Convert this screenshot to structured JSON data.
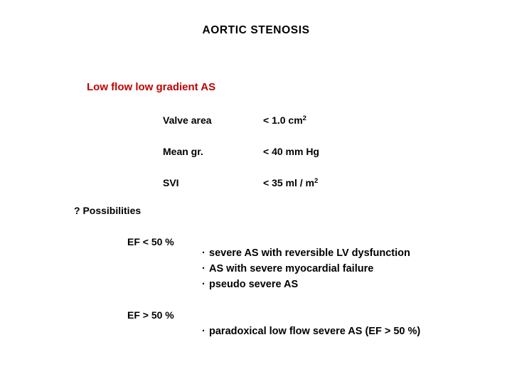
{
  "theme": {
    "background": "#ffffff",
    "text_color": "#000000",
    "accent_color": "#C00000"
  },
  "slide": {
    "title": "AORTIC STENOSIS",
    "section_heading": "Low flow low gradient  AS",
    "criteria": {
      "rows": [
        {
          "label": "Valve area",
          "value_prefix": "< 1.0 cm",
          "value_sup": "2"
        },
        {
          "label": "Mean gr.",
          "value_prefix": "< 40 mm Hg",
          "value_sup": ""
        },
        {
          "label": "SVI",
          "value_prefix": "< 35 ml / m",
          "value_sup": "2"
        }
      ]
    },
    "possibilities": {
      "title": "? Possibilities",
      "groups": [
        {
          "label": "EF < 50 %",
          "bullet_symbol": "·",
          "items": [
            "severe AS with reversible LV dysfunction",
            "AS with severe myocardial failure",
            "pseudo severe AS"
          ]
        },
        {
          "label": "EF > 50 %",
          "bullet_symbol": "·",
          "items": [
            "paradoxical low flow severe AS (EF > 50 %)"
          ]
        }
      ]
    }
  }
}
